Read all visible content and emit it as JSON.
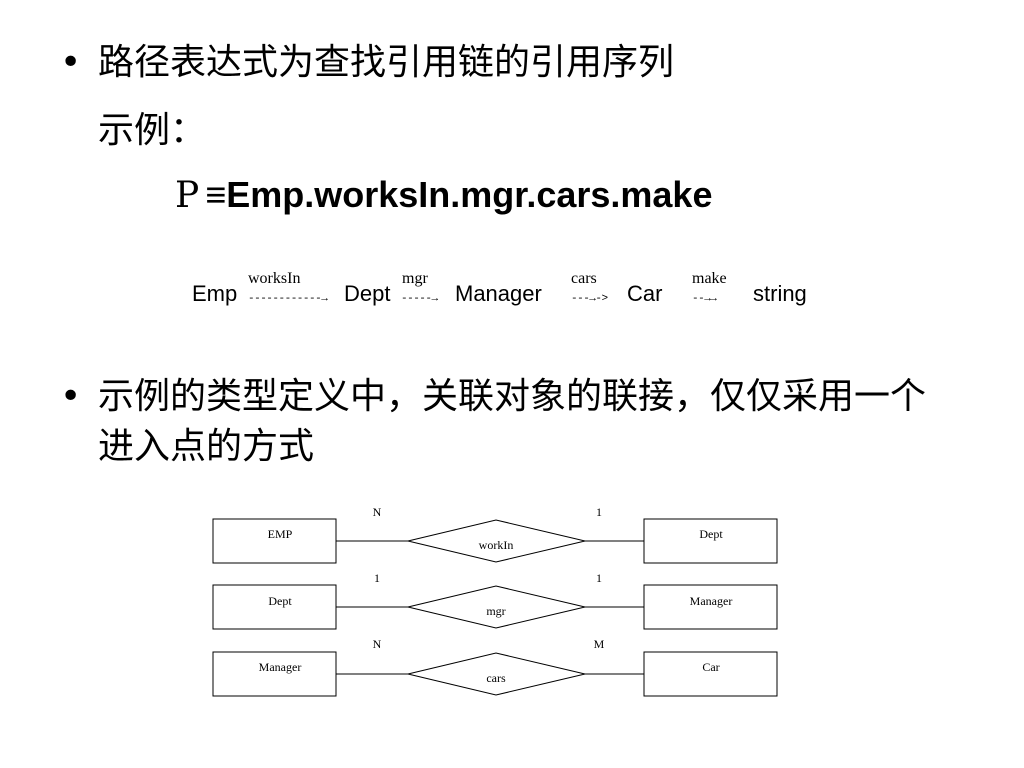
{
  "bullets": [
    {
      "text": "路径表达式为查找引用链的引用序列"
    },
    {
      "text": "示例的类型定义中，关联对象的联接，仅仅采用一个进入点的方式"
    }
  ],
  "example_label": "示例：",
  "formula": {
    "symbol": "P",
    "expression": "≡Emp.worksIn.mgr.cars.make"
  },
  "path_chain": {
    "nodes": [
      "Emp",
      "Dept",
      "Manager",
      "Car",
      "string"
    ],
    "edge_labels": [
      "worksIn",
      "mgr",
      "cars",
      "make"
    ],
    "arrows": [
      "------------→",
      "-----→",
      "---→->",
      "--→→"
    ]
  },
  "er_diagram": {
    "rows": [
      {
        "left": "EMP",
        "relation": "workIn",
        "right": "Dept",
        "left_card": "N",
        "right_card": "1"
      },
      {
        "left": "Dept",
        "relation": "mgr",
        "right": "Manager",
        "left_card": "1",
        "right_card": "1"
      },
      {
        "left": "Manager",
        "relation": "cars",
        "right": "Car",
        "left_card": "N",
        "right_card": "M"
      }
    ]
  }
}
